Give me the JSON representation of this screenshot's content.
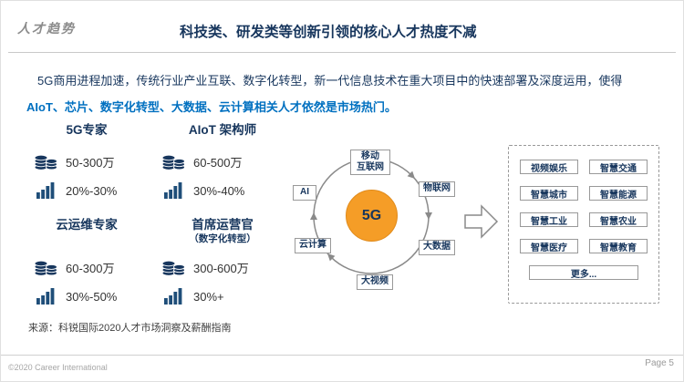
{
  "header": {
    "eyebrow": "人才趋势",
    "title": "科技类、研发类等创新引领的核心人才热度不减"
  },
  "intro": {
    "line1": "5G商用进程加速，传统行业产业互联、数字化转型，新一代信息技术在重大项目中的快速部署及深度运用，使得",
    "line2": "AIoT、芯片、数字化转型、大数据、云计算相关人才依然是市场热门。"
  },
  "stats": [
    {
      "role": "5G专家",
      "salary": "50-300万",
      "growth": "20%-30%"
    },
    {
      "role": "AIoT 架构师",
      "salary": "60-500万",
      "growth": "30%-40%"
    },
    {
      "role": "云运维专家",
      "salary": "60-300万",
      "growth": "30%-50%"
    },
    {
      "role": "首席运营官",
      "role_sub": "（数字化转型）",
      "salary": "300-600万",
      "growth": "30%+"
    }
  ],
  "diagram": {
    "center": "5G",
    "nodes": [
      "移动\n互联网",
      "AI",
      "物联网",
      "云计算",
      "大数据",
      "大视频"
    ],
    "applications": [
      "视频娱乐",
      "智慧交通",
      "智慧城市",
      "智慧能源",
      "智慧工业",
      "智慧农业",
      "智慧医疗",
      "智慧教育"
    ],
    "more": "更多..."
  },
  "icons": {
    "salary": "coins-icon",
    "growth": "bar-chart-icon",
    "flow": "arrow-right-icon"
  },
  "source": "来源：科锐国际2020人才市场洞察及薪酬指南",
  "footer": {
    "copyright": "©2020 Career International",
    "page": "Page 5"
  },
  "colors": {
    "navy": "#17365d",
    "accent_blue": "#0070c0",
    "orange": "#f59d27",
    "gray": "#8a8a8a"
  }
}
